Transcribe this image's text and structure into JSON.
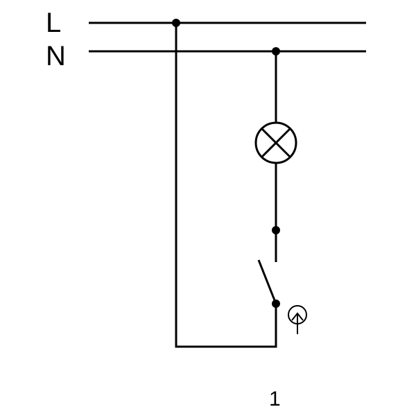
{
  "labels": {
    "line": "L",
    "neutral": "N",
    "caption": "1"
  },
  "colors": {
    "ink": "#000000",
    "background": "#ffffff"
  },
  "components": {
    "lamp": "lamp-symbol",
    "switch": "single-pole-switch-symbol",
    "switch_actuator": "pushbutton-actuator-icon"
  }
}
